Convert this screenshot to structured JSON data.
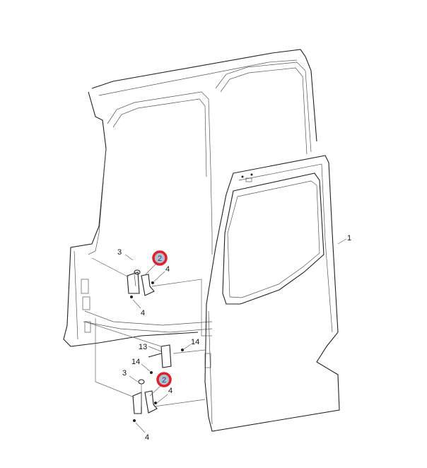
{
  "diagram": {
    "labels": {
      "door": "1",
      "hinge_upper": "2",
      "hinge_lower": "2",
      "cap_upper": "3",
      "cap_lower": "3",
      "bolt_upper_a": "4",
      "bolt_upper_b": "4",
      "bolt_lower_a": "4",
      "bolt_lower_b": "4",
      "check_link": "13",
      "screw_a": "14",
      "screw_b": "14"
    },
    "highlight_color": "#e0202a",
    "callout_fill": "#aebfd6"
  }
}
